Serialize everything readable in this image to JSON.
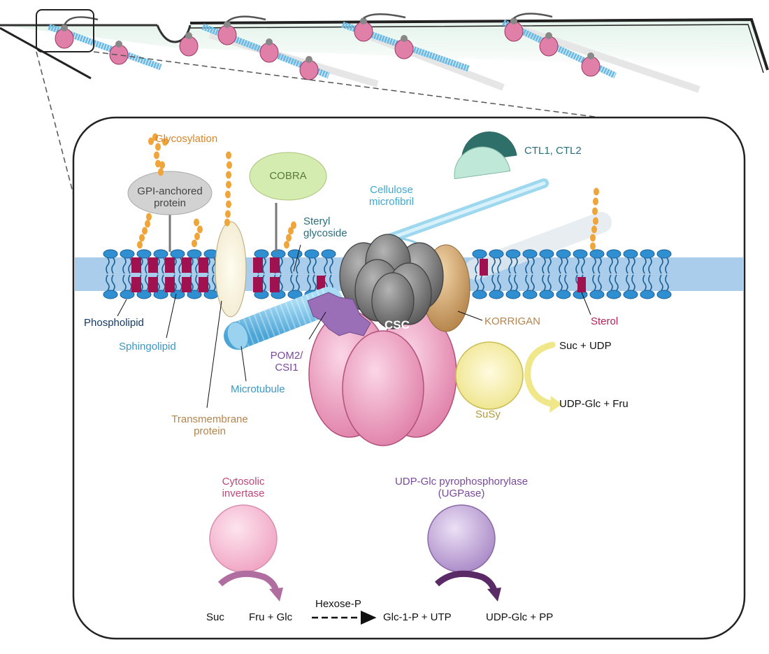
{
  "labels": {
    "glycosylation": "Glycosylation",
    "gpi_line1": "GPI-anchored",
    "gpi_line2": "protein",
    "cobra": "COBRA",
    "ctl": "CTL1, CTL2",
    "cellulose_line1": "Cellulose",
    "cellulose_line2": "microfibril",
    "steryl_line1": "Steryl",
    "steryl_line2": "glycoside",
    "phospholipid": "Phospholipid",
    "sphingolipid": "Sphingolipid",
    "microtubule": "Microtubule",
    "transmembrane_line1": "Transmembrane",
    "transmembrane_line2": "protein",
    "pom2_line1": "POM2/",
    "pom2_line2": "CSI1",
    "csc": "CSC",
    "korrigan": "KORRIGAN",
    "sterol": "Sterol",
    "susy": "SuSy",
    "suc_udp": "Suc + UDP",
    "udpglc_fru": "UDP-Glc + Fru",
    "cyto_line1": "Cytosolic",
    "cyto_line2": "invertase",
    "ugpase_line1": "UDP-Glc pyrophosphorylase",
    "ugpase_line2": "(UGPase)",
    "suc": "Suc",
    "fru_glc": "Fru + Glc",
    "hexose_p": "Hexose-P",
    "glc1p_utp": "Glc-1-P + UTP",
    "udpglc_pp": "UDP-Glc + PP"
  },
  "colors": {
    "membrane_head": "#2f8fd0",
    "membrane_band": "#a9cdeb",
    "sphingo_block": "#a0124f",
    "microtubule": "#7cc4e8",
    "csc_gray": "#7a7a7a",
    "csc_pink": "#e88fb4",
    "korrigan": "#c9a06a",
    "pom2": "#9b6fb8",
    "cobra": "#cfe6a8",
    "ctl_dark": "#2f6f6a",
    "ctl_light": "#bfe8d8",
    "susy": "#f3ec9a",
    "invertase": "#f5b8cf",
    "ugpase": "#b79ad0",
    "glycan": "#f0a53a"
  }
}
